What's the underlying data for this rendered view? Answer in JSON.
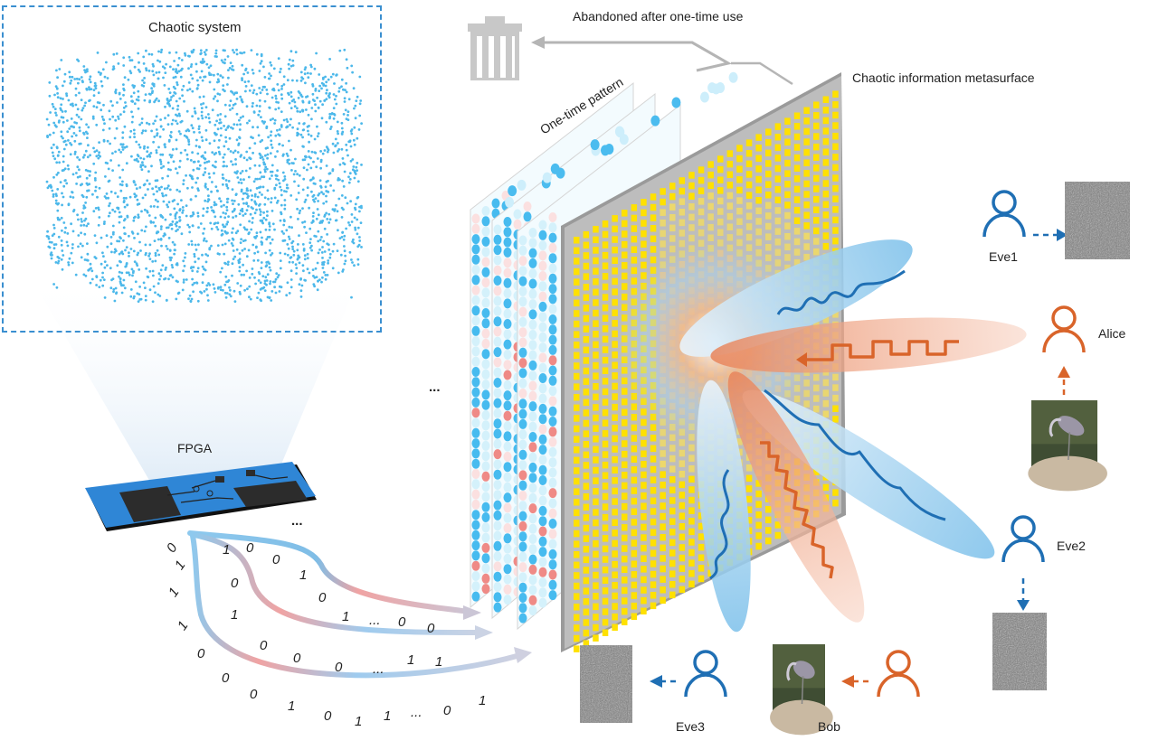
{
  "labels": {
    "chaotic_system": "Chaotic system",
    "fpga": "FPGA",
    "abandoned": "Abandoned after one-time use",
    "one_time_pattern": "One-time pattern",
    "metasurface": "Chaotic information metasurface",
    "ellipsis_left": "...",
    "ellipsis_fpga": "..."
  },
  "users": [
    {
      "id": "eve1",
      "name": "Eve1",
      "role": "eavesdropper",
      "receives": "noise-image"
    },
    {
      "id": "alice",
      "name": "Alice",
      "role": "sender",
      "sends": "heron-image"
    },
    {
      "id": "eve2",
      "name": "Eve2",
      "role": "eavesdropper",
      "receives": "noise-image"
    },
    {
      "id": "eve3",
      "name": "Eve3",
      "role": "eavesdropper",
      "receives": "noise-image"
    },
    {
      "id": "bob",
      "name": "Bob",
      "role": "receiver",
      "receives": "heron-image"
    }
  ],
  "bitstreams": [
    {
      "bits": [
        "0",
        "0",
        "1",
        "0",
        "1",
        "...",
        "0",
        "0"
      ],
      "prefix": [
        "0"
      ]
    },
    {
      "bits": [
        "1",
        "0",
        "1",
        "0",
        "0",
        "0",
        "...",
        "1",
        "1"
      ],
      "prefix": [
        "1"
      ]
    },
    {
      "bits": [
        "0",
        "0",
        "0",
        "1",
        "0",
        "1",
        "1",
        "...",
        "0",
        "1"
      ],
      "prefix": [
        "1",
        "1"
      ]
    }
  ],
  "colors": {
    "eve_blue": "#1f6fb4",
    "legit_orange": "#d9642a",
    "scatter_blue": "#4cb8ea",
    "meta_yellow": "#ffe100",
    "meta_gray": "#bdbdbd",
    "pattern_red": "#ef8a86",
    "dash_border": "#3a8fd0"
  },
  "icons": {
    "trash": "trash-icon",
    "user": "user-icon"
  }
}
